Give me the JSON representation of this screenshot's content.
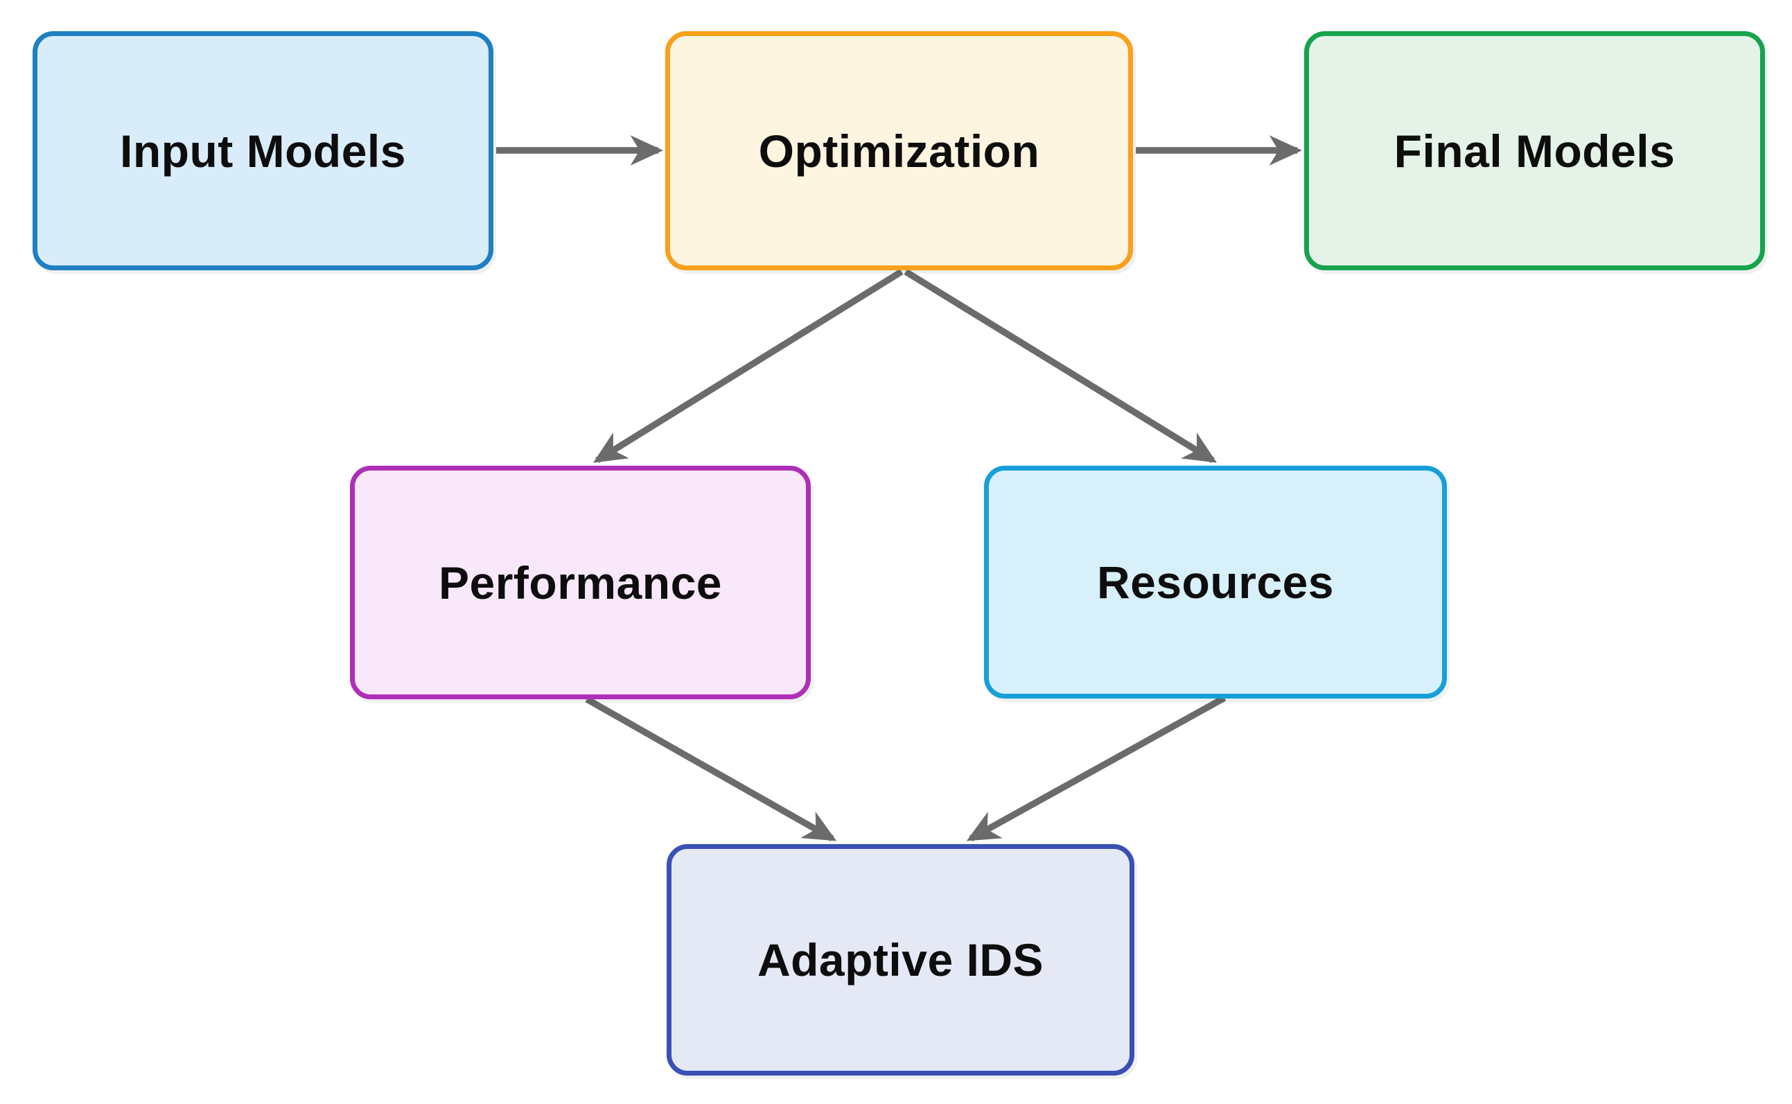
{
  "diagram": {
    "title": "Adaptive IDS optimization flowchart",
    "background_color": "#ffffff",
    "arrow_color": "#6b6b6b",
    "text_color": "#0d0d0d",
    "nodes": [
      {
        "id": "input-models",
        "label": "Input Models",
        "fill": "#d9ecfa",
        "border": "#1e7fc2"
      },
      {
        "id": "optimization",
        "label": "Optimization",
        "fill": "#fdf5e0",
        "border": "#f9a01c"
      },
      {
        "id": "final-models",
        "label": "Final Models",
        "fill": "#e4f2e7",
        "border": "#16a34d"
      },
      {
        "id": "performance",
        "label": "Performance",
        "fill": "#f9e8f9",
        "border": "#ae2fb7"
      },
      {
        "id": "resources",
        "label": "Resources",
        "fill": "#d7f0fa",
        "border": "#189fd9"
      },
      {
        "id": "adaptive-ids",
        "label": "Adaptive IDS",
        "fill": "#e5e8f5",
        "border": "#3a50b5"
      }
    ],
    "edges": [
      {
        "from": "input-models",
        "to": "optimization"
      },
      {
        "from": "optimization",
        "to": "final-models"
      },
      {
        "from": "optimization",
        "to": "performance"
      },
      {
        "from": "optimization",
        "to": "resources"
      },
      {
        "from": "performance",
        "to": "adaptive-ids"
      },
      {
        "from": "resources",
        "to": "adaptive-ids"
      }
    ]
  }
}
